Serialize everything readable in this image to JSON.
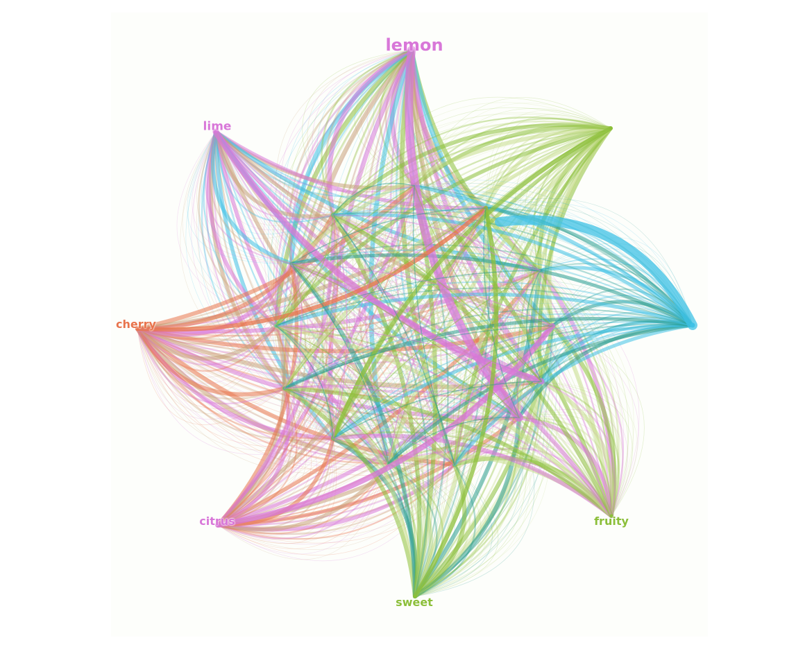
{
  "graph": {
    "nodes": [
      {
        "id": "lemon",
        "label": "lemon",
        "color": "#d877d8"
      },
      {
        "id": "lime",
        "label": "lime",
        "color": "#d877d8"
      },
      {
        "id": "cherry",
        "label": "cherry",
        "color": "#e8744c"
      },
      {
        "id": "citrus",
        "label": "citrus",
        "color": "#d877d8"
      },
      {
        "id": "sweet",
        "label": "sweet",
        "color": "#8cbf3a"
      },
      {
        "id": "fruity",
        "label": "fruity",
        "color": "#8cbf3a"
      },
      {
        "id": "fruity-top",
        "label": "",
        "color": "#8cbf3a"
      },
      {
        "id": "blue-hub",
        "label": "",
        "color": "#3fc1e6"
      }
    ],
    "palette": {
      "pink": "#d877d8",
      "green": "#8cbf3a",
      "light_green": "#c6dc8c",
      "teal": "#2a9d8f",
      "orange": "#e8744c",
      "tan": "#c9a27a",
      "blue": "#3fc1e6"
    }
  }
}
